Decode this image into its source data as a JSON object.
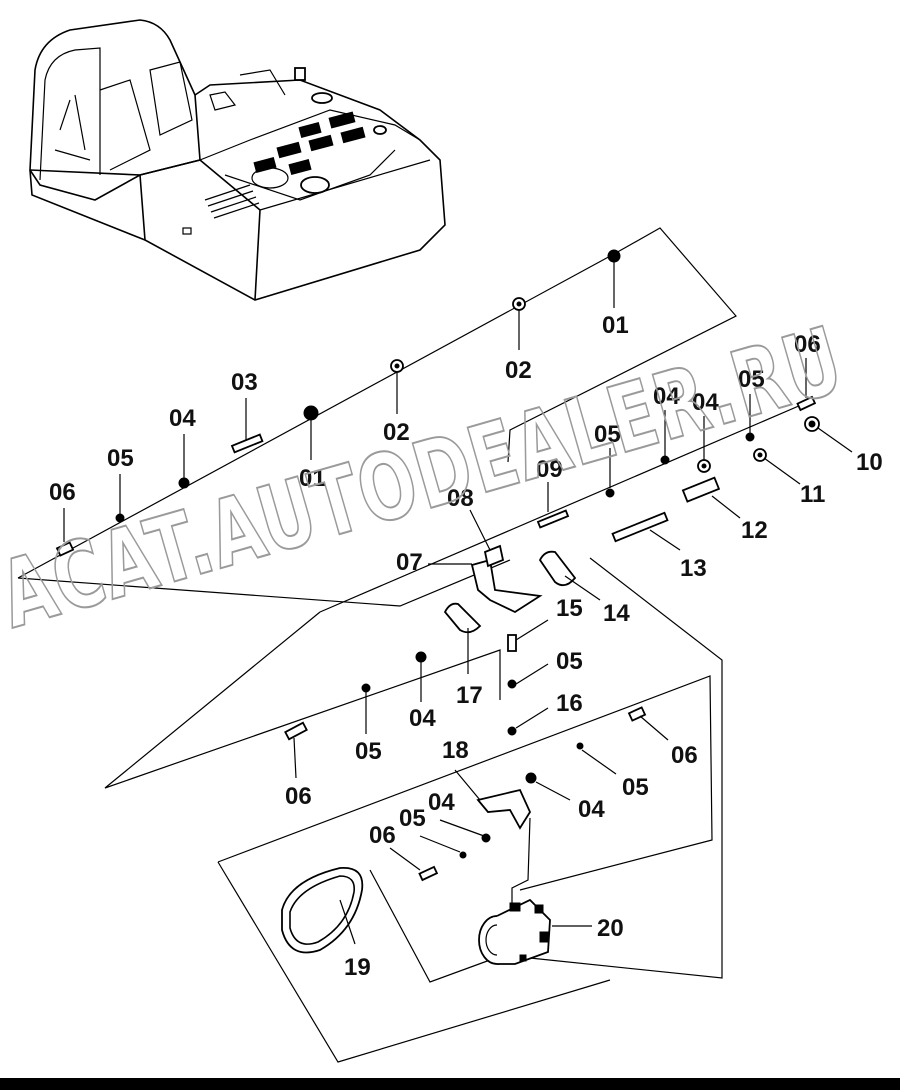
{
  "watermark": "ACAT.AUTODEALER.RU",
  "labels": {
    "p01a": "01",
    "p01b": "01",
    "p02a": "02",
    "p02b": "02",
    "p03": "03",
    "p04a": "04",
    "p04b": "04",
    "p04c": "04",
    "p04d": "04",
    "p04e": "04",
    "p04f": "04",
    "p05a": "05",
    "p05b": "05",
    "p05c": "05",
    "p05d": "05",
    "p05e": "05",
    "p05f": "05",
    "p05g": "05",
    "p06a": "06",
    "p06b": "06",
    "p06c": "06",
    "p06d": "06",
    "p06e": "06",
    "p07": "07",
    "p08": "08",
    "p09": "09",
    "p10": "10",
    "p11": "11",
    "p12": "12",
    "p13": "13",
    "p14": "14",
    "p15": "15",
    "p16": "16",
    "p17": "17",
    "p18": "18",
    "p19": "19",
    "p20": "20"
  },
  "colors": {
    "line": "#000000",
    "watermark": "#9a9a9a",
    "background": "#ffffff"
  }
}
